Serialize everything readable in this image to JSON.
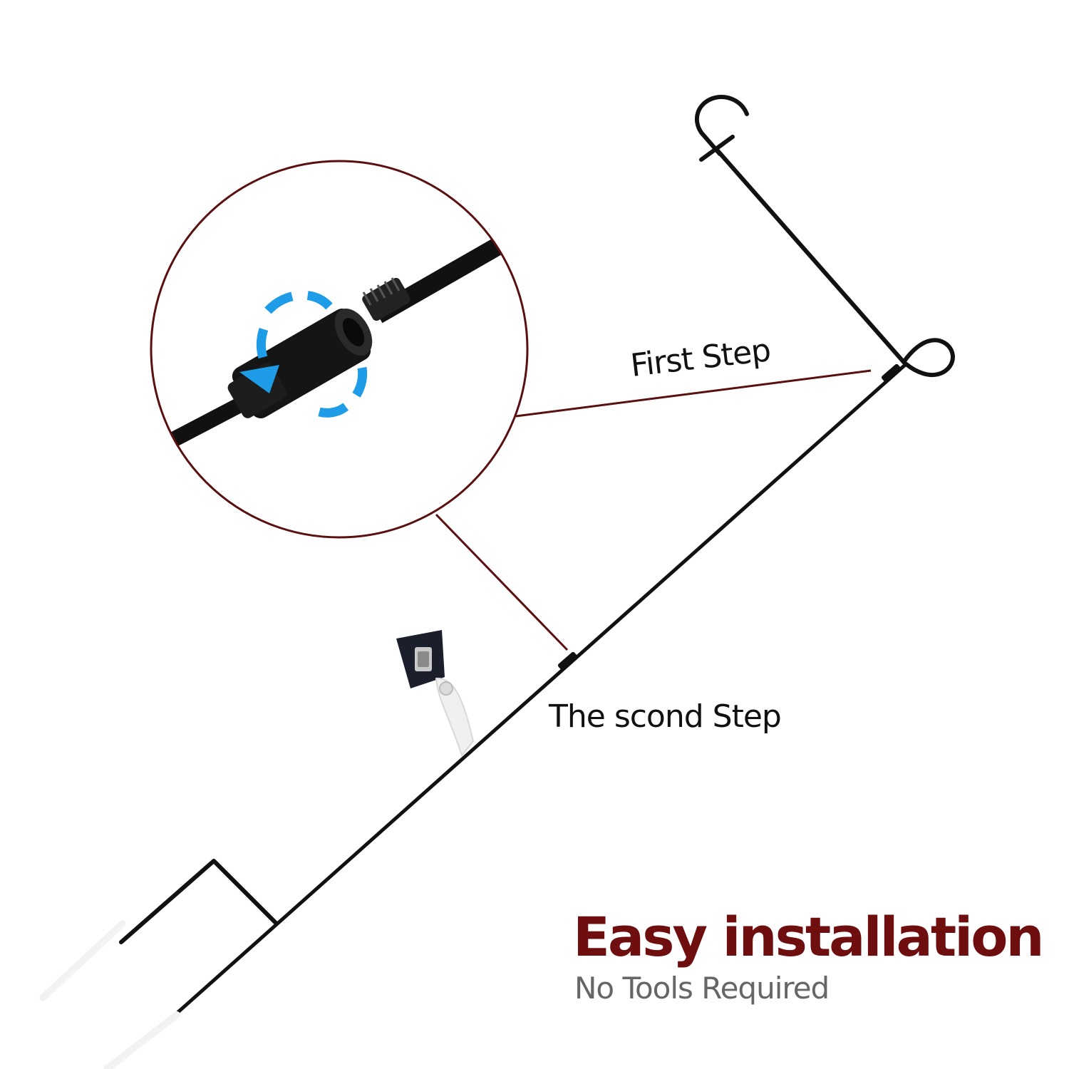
{
  "labels": {
    "first_step": "First Step",
    "second_step": "The scond Step"
  },
  "headline": {
    "title": "Easy installation",
    "subtitle": "No Tools Required"
  },
  "colors": {
    "title": "#6e0e0e",
    "subtitle": "#666666",
    "callout_line": "#5a1010",
    "rod": "#111111",
    "rotate_arrow": "#1e9ce8"
  },
  "icons": {
    "rotate": "rotate-arrow-icon",
    "clip": "flag-clip-icon"
  }
}
